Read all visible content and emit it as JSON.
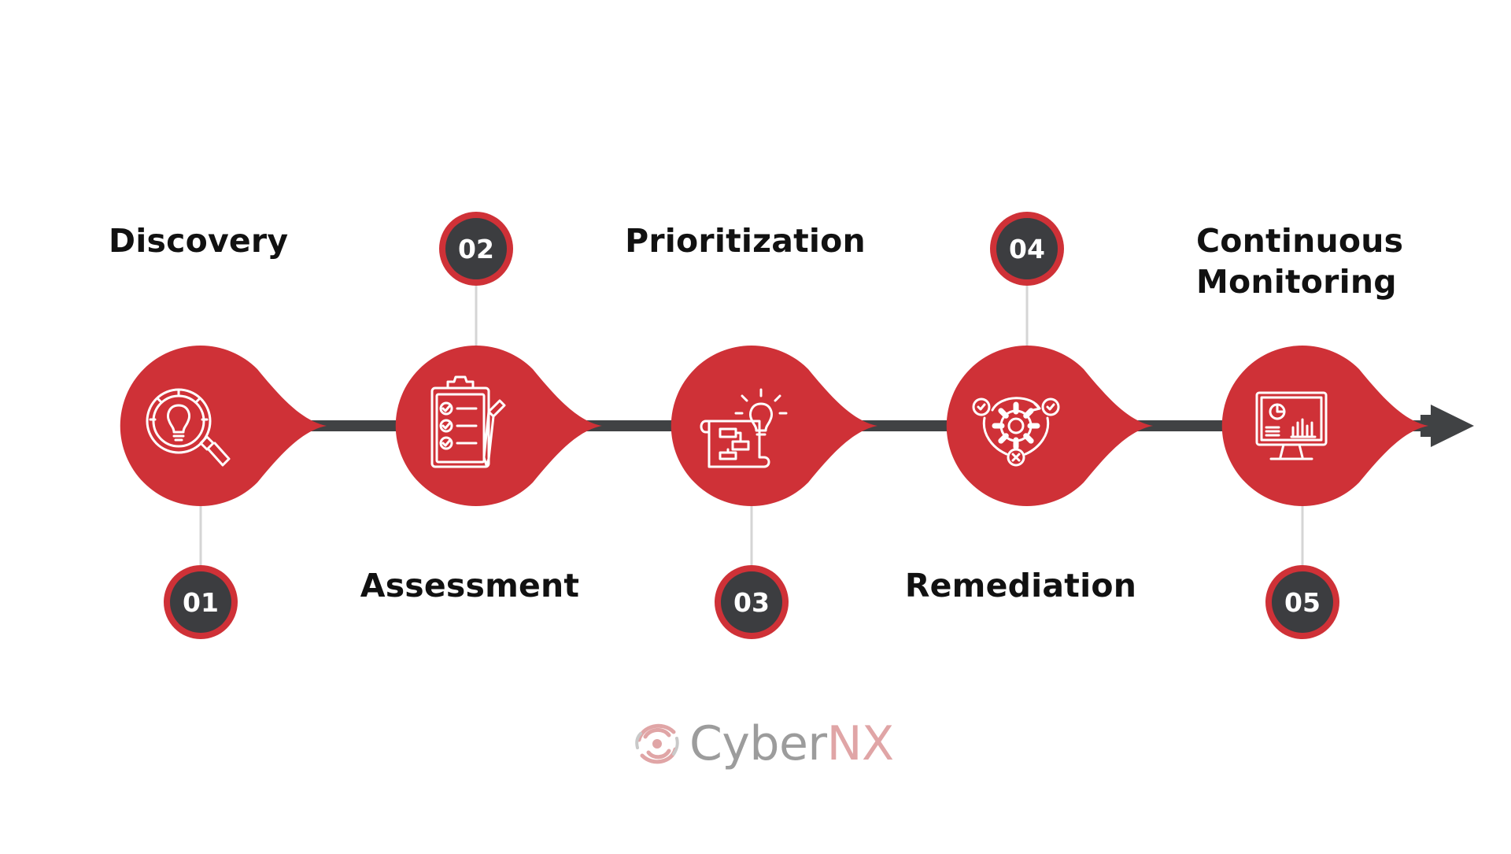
{
  "steps": [
    {
      "number": "01",
      "label": [
        "Discovery"
      ],
      "icon": "magnifier-lightbulb-icon"
    },
    {
      "number": "02",
      "label": [
        "Assessment"
      ],
      "icon": "clipboard-checklist-icon"
    },
    {
      "number": "03",
      "label": [
        "Prioritization"
      ],
      "icon": "document-lightbulb-icon"
    },
    {
      "number": "04",
      "label": [
        "Remediation"
      ],
      "icon": "gear-cycle-icon"
    },
    {
      "number": "05",
      "label": [
        "Continuous",
        "Monitoring"
      ],
      "icon": "monitor-dashboard-icon"
    }
  ],
  "brand": {
    "name_primary": "Cyber",
    "name_accent": "NX",
    "icon": "swirl-logo-icon"
  },
  "colors": {
    "accent": "#CF3137",
    "badge": "#3C3D40",
    "timeline": "#404244",
    "connector": "#D5D5D5",
    "text": "#111111",
    "brand_primary": "#9C9C9C",
    "brand_accent": "#E0A5A6"
  }
}
